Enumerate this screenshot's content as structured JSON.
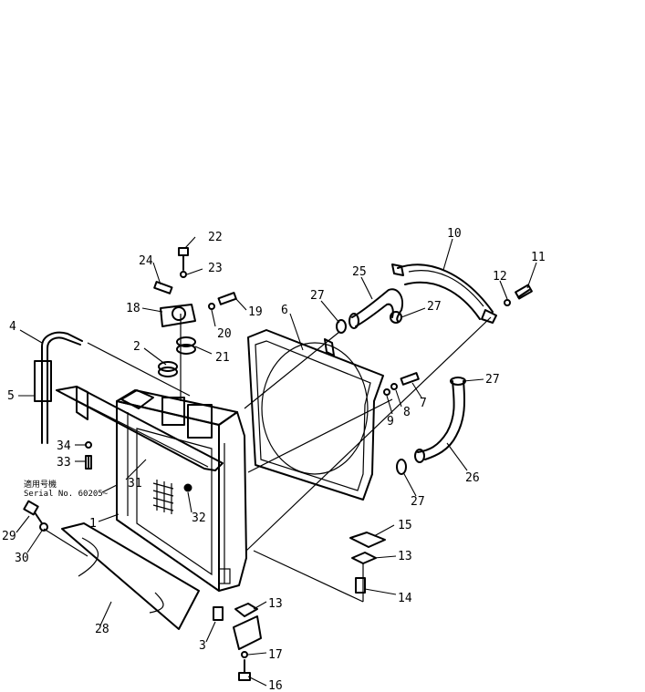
{
  "callouts": [
    {
      "id": "22",
      "label": "22"
    },
    {
      "id": "24",
      "label": "24"
    },
    {
      "id": "23",
      "label": "23"
    },
    {
      "id": "10",
      "label": "10"
    },
    {
      "id": "11",
      "label": "11"
    },
    {
      "id": "25",
      "label": "25"
    },
    {
      "id": "12",
      "label": "12"
    },
    {
      "id": "18",
      "label": "18"
    },
    {
      "id": "19",
      "label": "19"
    },
    {
      "id": "27a",
      "label": "27"
    },
    {
      "id": "27b",
      "label": "27"
    },
    {
      "id": "6",
      "label": "6"
    },
    {
      "id": "20",
      "label": "20"
    },
    {
      "id": "4",
      "label": "4"
    },
    {
      "id": "2",
      "label": "2"
    },
    {
      "id": "21",
      "label": "21"
    },
    {
      "id": "27c",
      "label": "27"
    },
    {
      "id": "7",
      "label": "7"
    },
    {
      "id": "8",
      "label": "8"
    },
    {
      "id": "9",
      "label": "9"
    },
    {
      "id": "5",
      "label": "5"
    },
    {
      "id": "34",
      "label": "34"
    },
    {
      "id": "33",
      "label": "33"
    },
    {
      "id": "31",
      "label": "31"
    },
    {
      "id": "26",
      "label": "26"
    },
    {
      "id": "27d",
      "label": "27"
    },
    {
      "id": "32",
      "label": "32"
    },
    {
      "id": "1",
      "label": "1"
    },
    {
      "id": "29",
      "label": "29"
    },
    {
      "id": "15",
      "label": "15"
    },
    {
      "id": "30",
      "label": "30"
    },
    {
      "id": "13a",
      "label": "13"
    },
    {
      "id": "14",
      "label": "14"
    },
    {
      "id": "13b",
      "label": "13"
    },
    {
      "id": "28",
      "label": "28"
    },
    {
      "id": "3",
      "label": "3"
    },
    {
      "id": "17",
      "label": "17"
    },
    {
      "id": "16",
      "label": "16"
    }
  ],
  "serial_note": {
    "line1": "適用号機",
    "line2": "Serial No. 60205~"
  }
}
